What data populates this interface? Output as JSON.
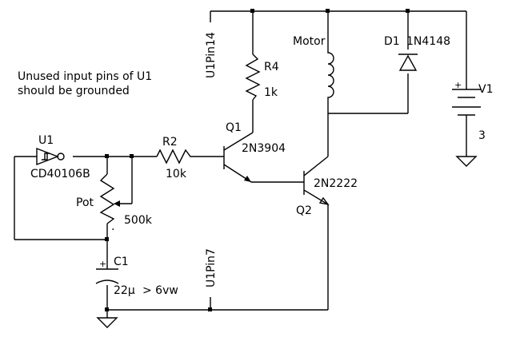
{
  "note": {
    "line1": "Unused input pins of U1",
    "line2": "should be grounded"
  },
  "u1": {
    "ref": "U1",
    "part": "CD40106B"
  },
  "r2": {
    "ref": "R2",
    "value": "10k"
  },
  "r4": {
    "ref": "R4",
    "value": "1k"
  },
  "pot": {
    "ref": "Pot",
    "value": "500k",
    "wiper_mark": "."
  },
  "c1": {
    "ref": "C1",
    "value": "22µ",
    "rating": "> 6vw",
    "plus": "+"
  },
  "q1": {
    "ref": "Q1",
    "part": "2N3904"
  },
  "q2": {
    "ref": "Q2",
    "part": "2N2222"
  },
  "motor": {
    "ref": "Motor"
  },
  "d1": {
    "ref": "D1",
    "part": "1N4148"
  },
  "v1": {
    "ref": "V1",
    "value": "3",
    "plus": "+"
  },
  "net_labels": {
    "pin14": "U1Pin14",
    "pin7": "U1Pin7"
  }
}
